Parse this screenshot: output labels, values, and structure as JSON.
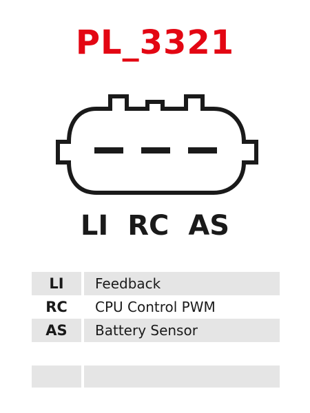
{
  "part_code": "PL_3321",
  "connector_pins": [
    "LI",
    "RC",
    "AS"
  ],
  "pin_table": [
    {
      "code": "LI",
      "description": "Feedback",
      "shaded": true
    },
    {
      "code": "RC",
      "description": "CPU Control PWM",
      "shaded": false
    },
    {
      "code": "AS",
      "description": "Battery Sensor",
      "shaded": true
    }
  ],
  "colors": {
    "part_code": "#e30613",
    "outline": "#1a1a1a",
    "row_shade": "#e5e5e5"
  }
}
